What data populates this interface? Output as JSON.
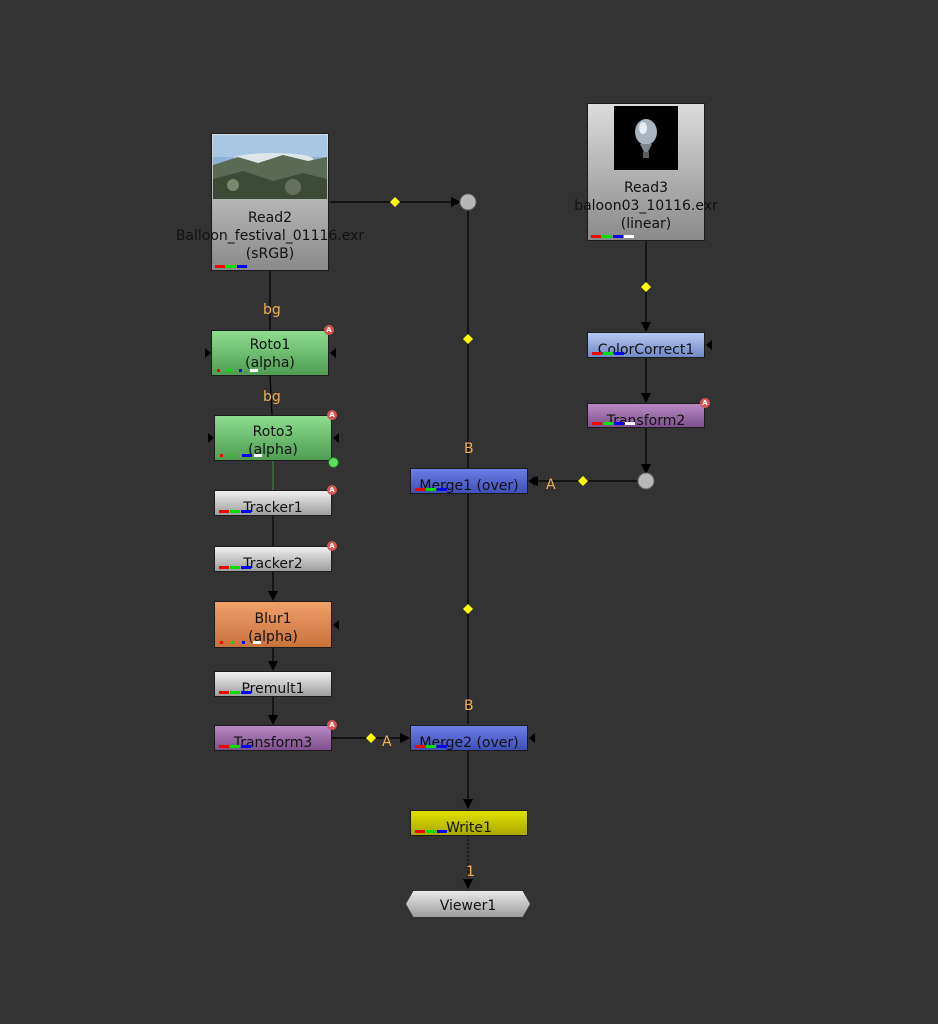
{
  "nodes": {
    "read2": {
      "title": "Read2",
      "file": "Balloon_festival_01116.exr",
      "colorspace": "(sRGB)"
    },
    "read3": {
      "title": "Read3",
      "file": "baloon03_10116.exr",
      "colorspace": "(linear)"
    },
    "roto1": {
      "title": "Roto1",
      "sub": "(alpha)"
    },
    "roto3": {
      "title": "Roto3",
      "sub": "(alpha)"
    },
    "tracker1": {
      "title": "Tracker1"
    },
    "tracker2": {
      "title": "Tracker2"
    },
    "blur1": {
      "title": "Blur1",
      "sub": "(alpha)"
    },
    "premult1": {
      "title": "Premult1"
    },
    "transform3": {
      "title": "Transform3"
    },
    "colorcorrect1": {
      "title": "ColorCorrect1"
    },
    "transform2": {
      "title": "Transform2"
    },
    "merge1": {
      "title": "Merge1 (over)"
    },
    "merge2": {
      "title": "Merge2 (over)"
    },
    "write1": {
      "title": "Write1"
    },
    "viewer1": {
      "title": "Viewer1"
    }
  },
  "pipe_labels": {
    "bg1": "bg",
    "bg2": "bg",
    "merge1_b": "B",
    "merge1_a": "A",
    "merge2_b": "B",
    "merge2_a": "A",
    "viewer_input": "1"
  },
  "badge_text": "A",
  "colors": {
    "background": "#333333",
    "pipe": "#000000",
    "pipe_dot": "#ffff00",
    "label": "#f0b050",
    "read": "#9a9a9a",
    "roto": "#5cb85c",
    "blur": "#e0874f",
    "transform": "#9a66a8",
    "merge": "#4a5cc8",
    "write": "#cccc00"
  }
}
